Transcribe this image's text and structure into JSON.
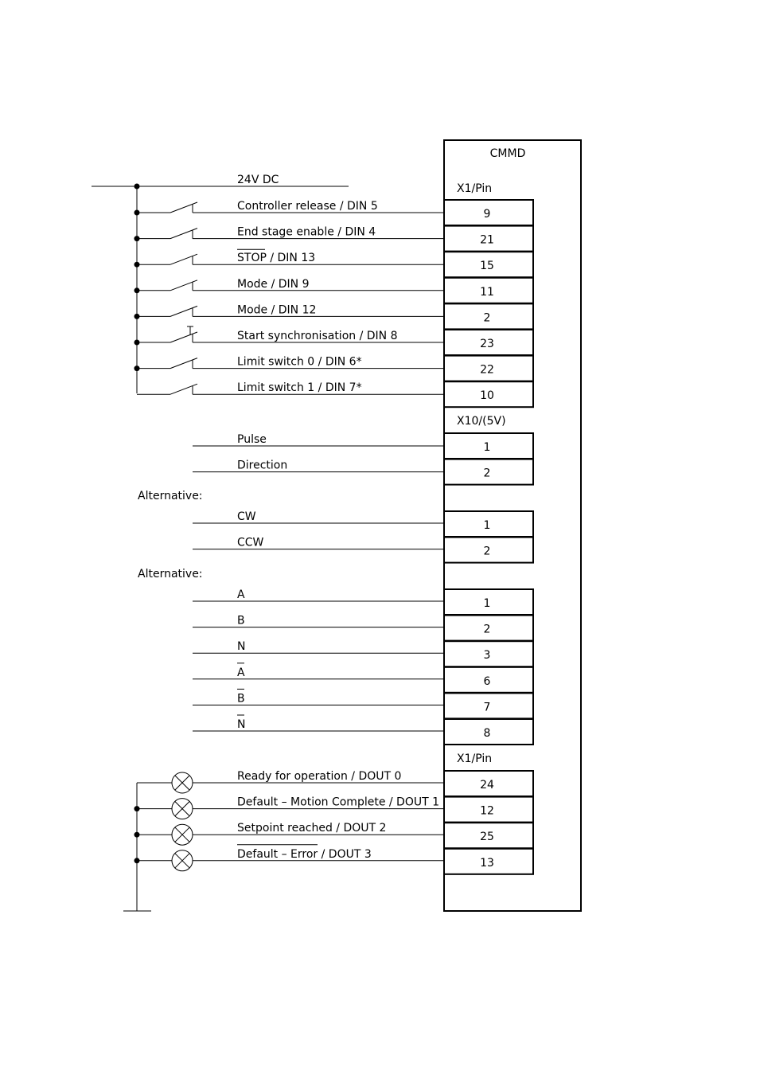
{
  "device": {
    "name": "CMMD",
    "section_x1": "X1/Pin",
    "section_x10": "X10/(5V)",
    "section_x1_out": "X1/Pin"
  },
  "supply": {
    "label": "24V DC"
  },
  "inputs": [
    {
      "label": "Controller release / DIN 5",
      "pin": "9",
      "contact": "no"
    },
    {
      "label": "End stage enable / DIN 4",
      "pin": "21",
      "contact": "no"
    },
    {
      "label": "STOP / DIN 13",
      "pin": "15",
      "contact": "no",
      "overline": "STOP"
    },
    {
      "label": "Mode / DIN 9",
      "pin": "11",
      "contact": "no"
    },
    {
      "label": "Mode / DIN 12",
      "pin": "2",
      "contact": "no"
    },
    {
      "label": "Start synchronisation / DIN 8",
      "pin": "23",
      "contact": "pushbutton"
    },
    {
      "label": "Limit switch 0 / DIN 6*",
      "pin": "22",
      "contact": "no"
    },
    {
      "label": "Limit switch 1 / DIN 7*",
      "pin": "10",
      "contact": "no"
    }
  ],
  "pulse_group": [
    {
      "label": "Pulse",
      "pin": "1"
    },
    {
      "label": "Direction",
      "pin": "2"
    }
  ],
  "alternative_1": {
    "label": "Alternative:",
    "signals": [
      {
        "label": "CW",
        "pin": "1"
      },
      {
        "label": "CCW",
        "pin": "2"
      }
    ]
  },
  "alternative_2": {
    "label": "Alternative:",
    "signals": [
      {
        "label": "A",
        "pin": "1",
        "overline": false
      },
      {
        "label": "B",
        "pin": "2",
        "overline": false
      },
      {
        "label": "N",
        "pin": "3",
        "overline": false
      },
      {
        "label": "A",
        "pin": "6",
        "overline": true
      },
      {
        "label": "B",
        "pin": "7",
        "overline": true
      },
      {
        "label": "N",
        "pin": "8",
        "overline": true
      }
    ]
  },
  "outputs": [
    {
      "label": "Ready for operation / DOUT 0",
      "pin": "24"
    },
    {
      "label": "Default – Motion Complete / DOUT 1",
      "pin": "12"
    },
    {
      "label": "Setpoint reached / DOUT 2",
      "pin": "25"
    },
    {
      "label": "Default  –  Error / DOUT 3",
      "pin": "13",
      "overline": "Default  –  Error"
    }
  ]
}
